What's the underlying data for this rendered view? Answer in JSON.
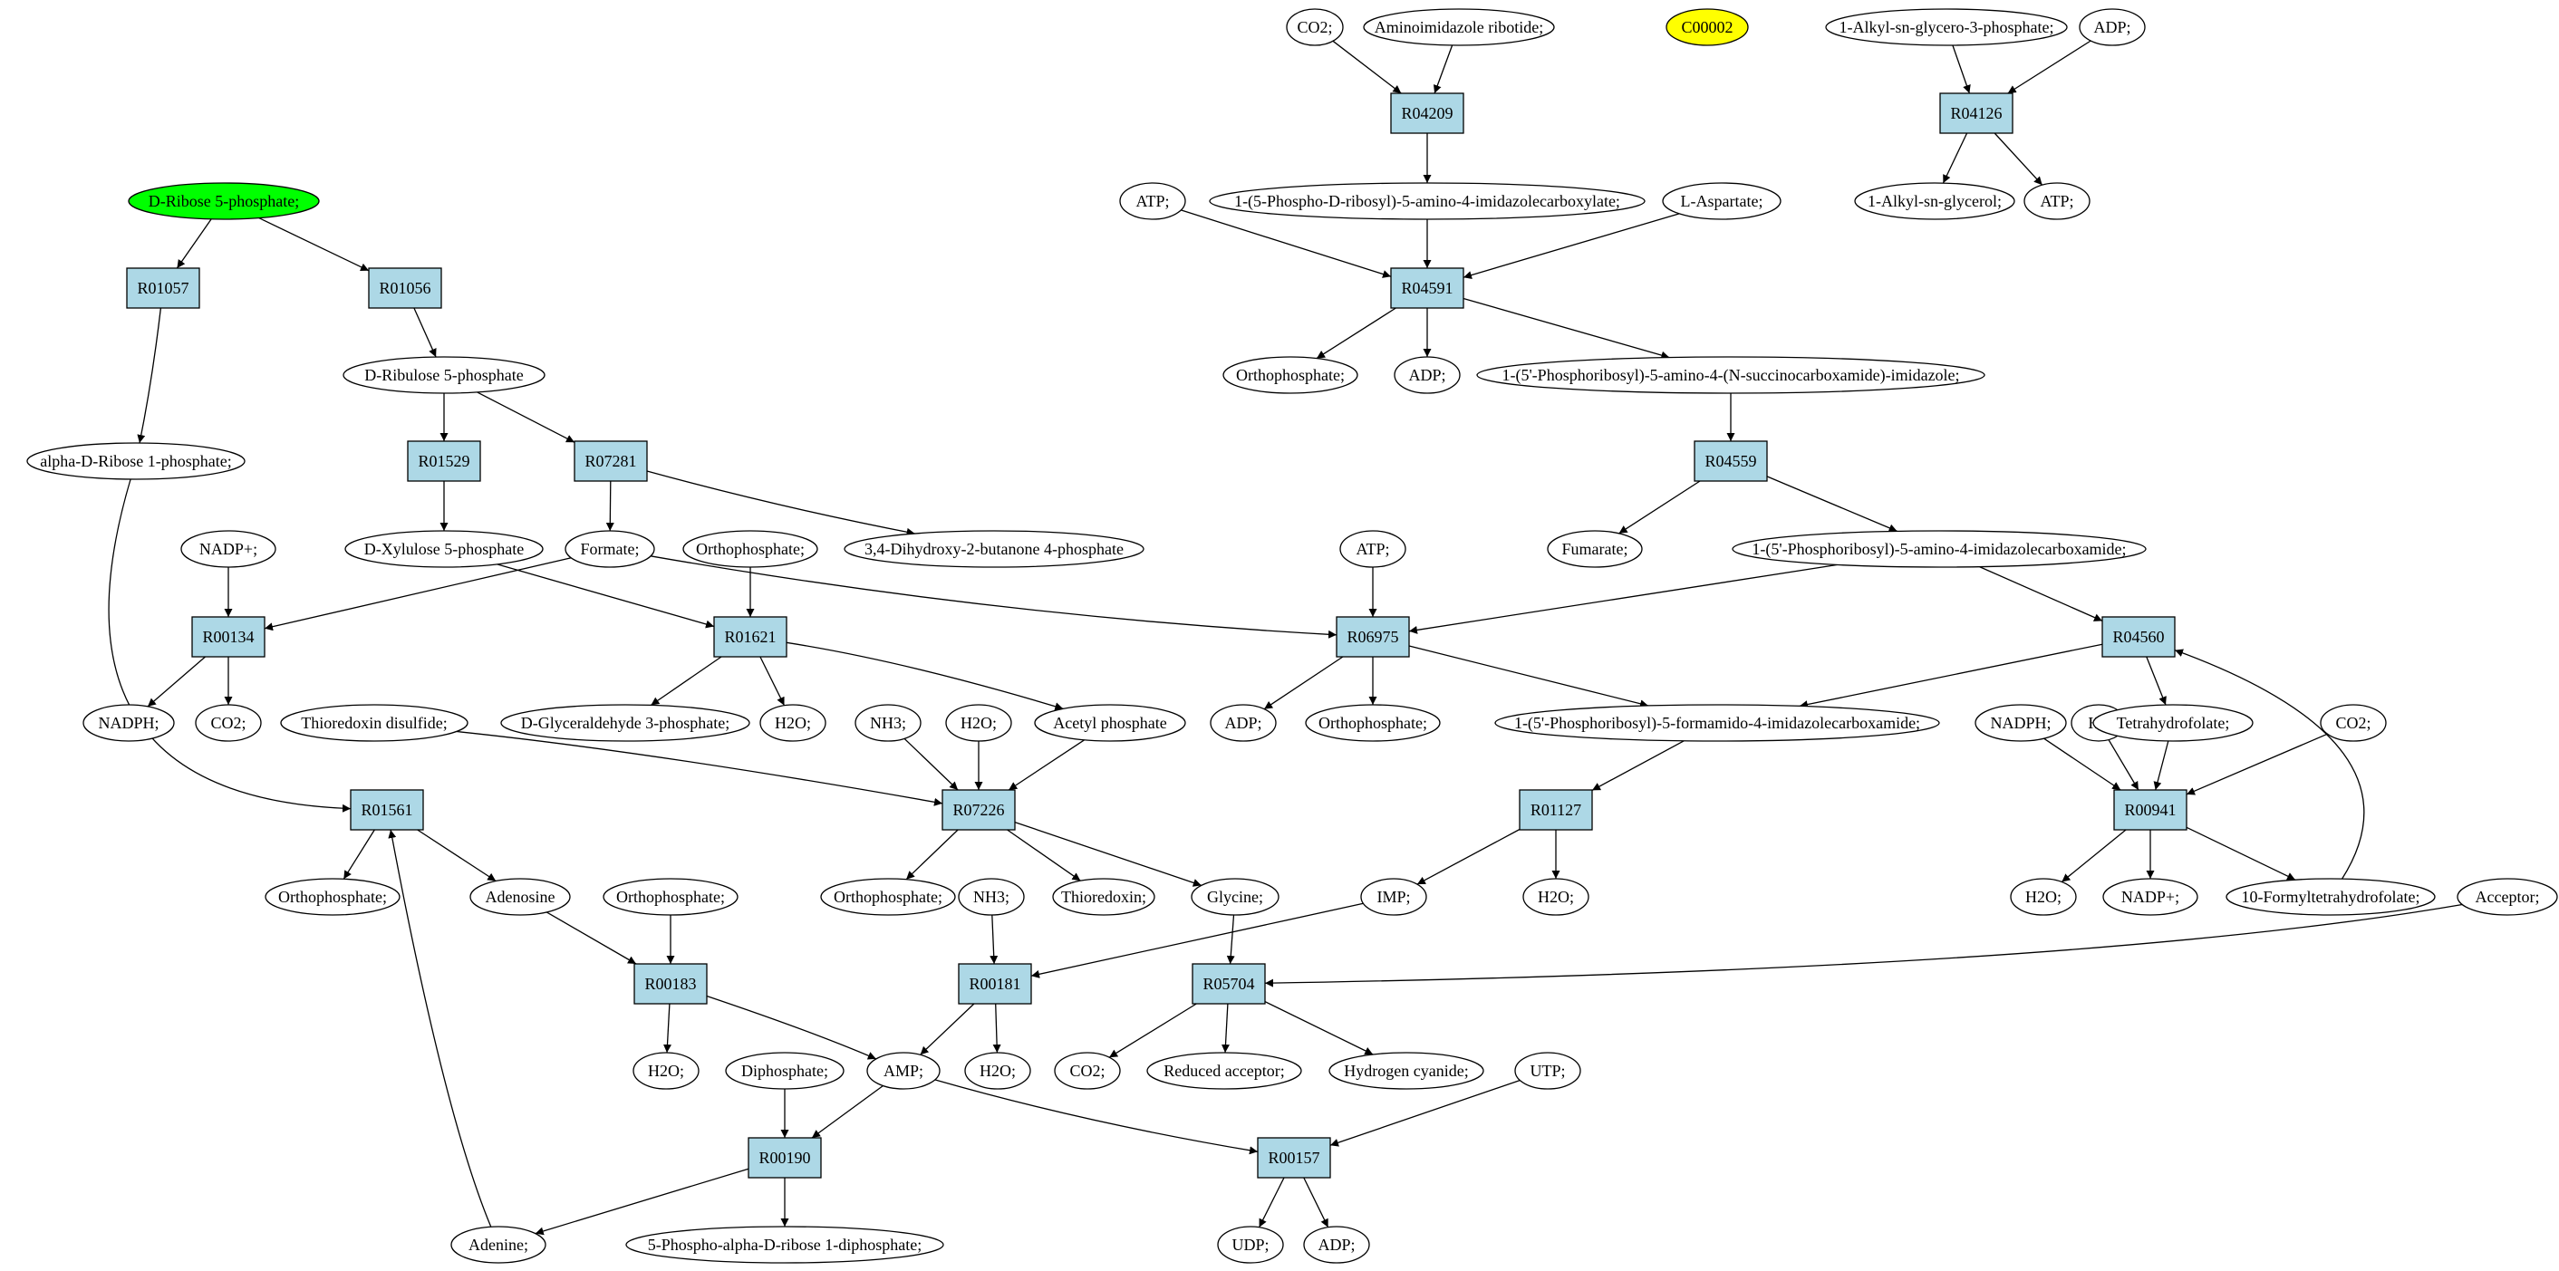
{
  "diagram": {
    "colors": {
      "background": "#ffffff",
      "reaction_fill": "#add8e6",
      "metabolite_fill": "#ffffff",
      "start_fill": "#00ff00",
      "highlight_fill": "#ffff00",
      "stroke": "#000000"
    },
    "nodes": [
      {
        "id": "co2_top",
        "label": "CO2;",
        "kind": "metabolite"
      },
      {
        "id": "air",
        "label": "Aminoimidazole ribotide;",
        "kind": "metabolite"
      },
      {
        "id": "c00002",
        "label": "C00002",
        "kind": "highlight"
      },
      {
        "id": "alkylg3p",
        "label": "1-Alkyl-sn-glycero-3-phosphate;",
        "kind": "metabolite"
      },
      {
        "id": "adp_top",
        "label": "ADP;",
        "kind": "metabolite"
      },
      {
        "id": "r04209",
        "label": "R04209",
        "kind": "reaction"
      },
      {
        "id": "r04126",
        "label": "R04126",
        "kind": "reaction"
      },
      {
        "id": "ribose5p",
        "label": "D-Ribose 5-phosphate;",
        "kind": "start"
      },
      {
        "id": "atp_1",
        "label": "ATP;",
        "kind": "metabolite"
      },
      {
        "id": "cair",
        "label": "1-(5-Phospho-D-ribosyl)-5-amino-4-imidazolecarboxylate;",
        "kind": "metabolite"
      },
      {
        "id": "aspartate",
        "label": "L-Aspartate;",
        "kind": "metabolite"
      },
      {
        "id": "alkylglycerol",
        "label": "1-Alkyl-sn-glycerol;",
        "kind": "metabolite"
      },
      {
        "id": "atp_2",
        "label": "ATP;",
        "kind": "metabolite"
      },
      {
        "id": "r01057",
        "label": "R01057",
        "kind": "reaction"
      },
      {
        "id": "r01056",
        "label": "R01056",
        "kind": "reaction"
      },
      {
        "id": "r04591",
        "label": "R04591",
        "kind": "reaction"
      },
      {
        "id": "ribulose5p",
        "label": "D-Ribulose 5-phosphate",
        "kind": "metabolite"
      },
      {
        "id": "orthophosphate_1",
        "label": "Orthophosphate;",
        "kind": "metabolite"
      },
      {
        "id": "adp_1",
        "label": "ADP;",
        "kind": "metabolite"
      },
      {
        "id": "saicar",
        "label": "1-(5'-Phosphoribosyl)-5-amino-4-(N-succinocarboxamide)-imidazole;",
        "kind": "metabolite"
      },
      {
        "id": "ribose1p",
        "label": "alpha-D-Ribose 1-phosphate;",
        "kind": "metabolite"
      },
      {
        "id": "r01529",
        "label": "R01529",
        "kind": "reaction"
      },
      {
        "id": "r07281",
        "label": "R07281",
        "kind": "reaction"
      },
      {
        "id": "r04559",
        "label": "R04559",
        "kind": "reaction"
      },
      {
        "id": "nadpplus_1",
        "label": "NADP+;",
        "kind": "metabolite"
      },
      {
        "id": "xylulose5p",
        "label": "D-Xylulose 5-phosphate",
        "kind": "metabolite"
      },
      {
        "id": "formate",
        "label": "Formate;",
        "kind": "metabolite"
      },
      {
        "id": "orthophosphate_2",
        "label": "Orthophosphate;",
        "kind": "metabolite"
      },
      {
        "id": "dihydroxybutanone",
        "label": "3,4-Dihydroxy-2-butanone 4-phosphate",
        "kind": "metabolite"
      },
      {
        "id": "atp_3",
        "label": "ATP;",
        "kind": "metabolite"
      },
      {
        "id": "fumarate",
        "label": "Fumarate;",
        "kind": "metabolite"
      },
      {
        "id": "aicar",
        "label": "1-(5'-Phosphoribosyl)-5-amino-4-imidazolecarboxamide;",
        "kind": "metabolite"
      },
      {
        "id": "r00134",
        "label": "R00134",
        "kind": "reaction"
      },
      {
        "id": "r01621",
        "label": "R01621",
        "kind": "reaction"
      },
      {
        "id": "r06975",
        "label": "R06975",
        "kind": "reaction"
      },
      {
        "id": "r04560",
        "label": "R04560",
        "kind": "reaction"
      },
      {
        "id": "nadph_1",
        "label": "NADPH;",
        "kind": "metabolite"
      },
      {
        "id": "co2_2",
        "label": "CO2;",
        "kind": "metabolite"
      },
      {
        "id": "thioredoxin_disulfide",
        "label": "Thioredoxin disulfide;",
        "kind": "metabolite"
      },
      {
        "id": "g3p",
        "label": "D-Glyceraldehyde 3-phosphate;",
        "kind": "metabolite"
      },
      {
        "id": "h2o_1",
        "label": "H2O;",
        "kind": "metabolite"
      },
      {
        "id": "nh3_1",
        "label": "NH3;",
        "kind": "metabolite"
      },
      {
        "id": "h2o_2",
        "label": "H2O;",
        "kind": "metabolite"
      },
      {
        "id": "acetylphosphate",
        "label": "Acetyl phosphate",
        "kind": "metabolite"
      },
      {
        "id": "adp_2",
        "label": "ADP;",
        "kind": "metabolite"
      },
      {
        "id": "orthophosphate_3",
        "label": "Orthophosphate;",
        "kind": "metabolite"
      },
      {
        "id": "faicar",
        "label": "1-(5'-Phosphoribosyl)-5-formamido-4-imidazolecarboxamide;",
        "kind": "metabolite"
      },
      {
        "id": "nadph_2",
        "label": "NADPH;",
        "kind": "metabolite"
      },
      {
        "id": "hplus",
        "label": "H+",
        "kind": "metabolite"
      },
      {
        "id": "thf",
        "label": "Tetrahydrofolate;",
        "kind": "metabolite"
      },
      {
        "id": "co2_3",
        "label": "CO2;",
        "kind": "metabolite"
      },
      {
        "id": "r01561",
        "label": "R01561",
        "kind": "reaction"
      },
      {
        "id": "r07226",
        "label": "R07226",
        "kind": "reaction"
      },
      {
        "id": "r01127",
        "label": "R01127",
        "kind": "reaction"
      },
      {
        "id": "r00941",
        "label": "R00941",
        "kind": "reaction"
      },
      {
        "id": "orthophosphate_4",
        "label": "Orthophosphate;",
        "kind": "metabolite"
      },
      {
        "id": "adenosine",
        "label": "Adenosine",
        "kind": "metabolite"
      },
      {
        "id": "orthophosphate_5",
        "label": "Orthophosphate;",
        "kind": "metabolite"
      },
      {
        "id": "orthophosphate_6",
        "label": "Orthophosphate;",
        "kind": "metabolite"
      },
      {
        "id": "nh3_2",
        "label": "NH3;",
        "kind": "metabolite"
      },
      {
        "id": "thioredoxin",
        "label": "Thioredoxin;",
        "kind": "metabolite"
      },
      {
        "id": "glycine",
        "label": "Glycine;",
        "kind": "metabolite"
      },
      {
        "id": "imp",
        "label": "IMP;",
        "kind": "metabolite"
      },
      {
        "id": "h2o_3",
        "label": "H2O;",
        "kind": "metabolite"
      },
      {
        "id": "h2o_4",
        "label": "H2O;",
        "kind": "metabolite"
      },
      {
        "id": "nadpplus_2",
        "label": "NADP+;",
        "kind": "metabolite"
      },
      {
        "id": "formylthf",
        "label": "10-Formyltetrahydrofolate;",
        "kind": "metabolite"
      },
      {
        "id": "acceptor",
        "label": "Acceptor;",
        "kind": "metabolite"
      },
      {
        "id": "r00183",
        "label": "R00183",
        "kind": "reaction"
      },
      {
        "id": "r00181",
        "label": "R00181",
        "kind": "reaction"
      },
      {
        "id": "r05704",
        "label": "R05704",
        "kind": "reaction"
      },
      {
        "id": "h2o_5",
        "label": "H2O;",
        "kind": "metabolite"
      },
      {
        "id": "diphosphate",
        "label": "Diphosphate;",
        "kind": "metabolite"
      },
      {
        "id": "amp",
        "label": "AMP;",
        "kind": "metabolite"
      },
      {
        "id": "h2o_6",
        "label": "H2O;",
        "kind": "metabolite"
      },
      {
        "id": "co2_4",
        "label": "CO2;",
        "kind": "metabolite"
      },
      {
        "id": "reduced_acceptor",
        "label": "Reduced acceptor;",
        "kind": "metabolite"
      },
      {
        "id": "hcn",
        "label": "Hydrogen cyanide;",
        "kind": "metabolite"
      },
      {
        "id": "utp",
        "label": "UTP;",
        "kind": "metabolite"
      },
      {
        "id": "r00190",
        "label": "R00190",
        "kind": "reaction"
      },
      {
        "id": "r00157",
        "label": "R00157",
        "kind": "reaction"
      },
      {
        "id": "adenine",
        "label": "Adenine;",
        "kind": "metabolite"
      },
      {
        "id": "prpp",
        "label": "5-Phospho-alpha-D-ribose 1-diphosphate;",
        "kind": "metabolite"
      },
      {
        "id": "udp",
        "label": "UDP;",
        "kind": "metabolite"
      },
      {
        "id": "adp_3",
        "label": "ADP;",
        "kind": "metabolite"
      }
    ],
    "edges": [
      [
        "co2_top",
        "r04209"
      ],
      [
        "air",
        "r04209"
      ],
      [
        "r04209",
        "cair"
      ],
      [
        "alkylg3p",
        "r04126"
      ],
      [
        "adp_top",
        "r04126"
      ],
      [
        "r04126",
        "alkylglycerol"
      ],
      [
        "r04126",
        "atp_2"
      ],
      [
        "ribose5p",
        "r01057"
      ],
      [
        "ribose5p",
        "r01056"
      ],
      [
        "r01057",
        "ribose1p"
      ],
      [
        "r01056",
        "ribulose5p"
      ],
      [
        "atp_1",
        "r04591"
      ],
      [
        "cair",
        "r04591"
      ],
      [
        "aspartate",
        "r04591"
      ],
      [
        "r04591",
        "orthophosphate_1"
      ],
      [
        "r04591",
        "adp_1"
      ],
      [
        "r04591",
        "saicar"
      ],
      [
        "ribulose5p",
        "r01529"
      ],
      [
        "ribulose5p",
        "r07281"
      ],
      [
        "r01529",
        "xylulose5p"
      ],
      [
        "r07281",
        "formate"
      ],
      [
        "r07281",
        "dihydroxybutanone"
      ],
      [
        "saicar",
        "r04559"
      ],
      [
        "r04559",
        "fumarate"
      ],
      [
        "r04559",
        "aicar"
      ],
      [
        "nadpplus_1",
        "r00134"
      ],
      [
        "formate",
        "r00134"
      ],
      [
        "r00134",
        "nadph_1"
      ],
      [
        "r00134",
        "co2_2"
      ],
      [
        "xylulose5p",
        "r01621"
      ],
      [
        "orthophosphate_2",
        "r01621"
      ],
      [
        "r01621",
        "g3p"
      ],
      [
        "r01621",
        "h2o_1"
      ],
      [
        "r01621",
        "acetylphosphate"
      ],
      [
        "formate",
        "r06975"
      ],
      [
        "atp_3",
        "r06975"
      ],
      [
        "aicar",
        "r06975"
      ],
      [
        "r06975",
        "adp_2"
      ],
      [
        "r06975",
        "orthophosphate_3"
      ],
      [
        "r06975",
        "faicar"
      ],
      [
        "aicar",
        "r04560"
      ],
      [
        "r04560",
        "faicar"
      ],
      [
        "r04560",
        "thf"
      ],
      [
        "ribose1p",
        "r01561"
      ],
      [
        "r01561",
        "orthophosphate_4"
      ],
      [
        "r01561",
        "adenosine"
      ],
      [
        "thioredoxin_disulfide",
        "r07226"
      ],
      [
        "nh3_1",
        "r07226"
      ],
      [
        "h2o_2",
        "r07226"
      ],
      [
        "acetylphosphate",
        "r07226"
      ],
      [
        "r07226",
        "orthophosphate_6"
      ],
      [
        "r07226",
        "thioredoxin"
      ],
      [
        "r07226",
        "glycine"
      ],
      [
        "faicar",
        "r01127"
      ],
      [
        "r01127",
        "imp"
      ],
      [
        "r01127",
        "h2o_3"
      ],
      [
        "nadph_2",
        "r00941"
      ],
      [
        "hplus",
        "r00941"
      ],
      [
        "thf",
        "r00941"
      ],
      [
        "co2_3",
        "r00941"
      ],
      [
        "r00941",
        "h2o_4"
      ],
      [
        "r00941",
        "nadpplus_2"
      ],
      [
        "r00941",
        "formylthf"
      ],
      [
        "formylthf",
        "r04560"
      ],
      [
        "adenosine",
        "r00183"
      ],
      [
        "orthophosphate_5",
        "r00183"
      ],
      [
        "r00183",
        "h2o_5"
      ],
      [
        "r00183",
        "amp"
      ],
      [
        "nh3_2",
        "r00181"
      ],
      [
        "imp",
        "r00181"
      ],
      [
        "r00181",
        "amp"
      ],
      [
        "r00181",
        "h2o_6"
      ],
      [
        "glycine",
        "r05704"
      ],
      [
        "acceptor",
        "r05704"
      ],
      [
        "r05704",
        "co2_4"
      ],
      [
        "r05704",
        "reduced_acceptor"
      ],
      [
        "r05704",
        "hcn"
      ],
      [
        "diphosphate",
        "r00190"
      ],
      [
        "amp",
        "r00190"
      ],
      [
        "r00190",
        "adenine"
      ],
      [
        "r00190",
        "prpp"
      ],
      [
        "adenine",
        "r01561"
      ],
      [
        "amp",
        "r00157"
      ],
      [
        "utp",
        "r00157"
      ],
      [
        "r00157",
        "udp"
      ],
      [
        "r00157",
        "adp_3"
      ]
    ]
  }
}
